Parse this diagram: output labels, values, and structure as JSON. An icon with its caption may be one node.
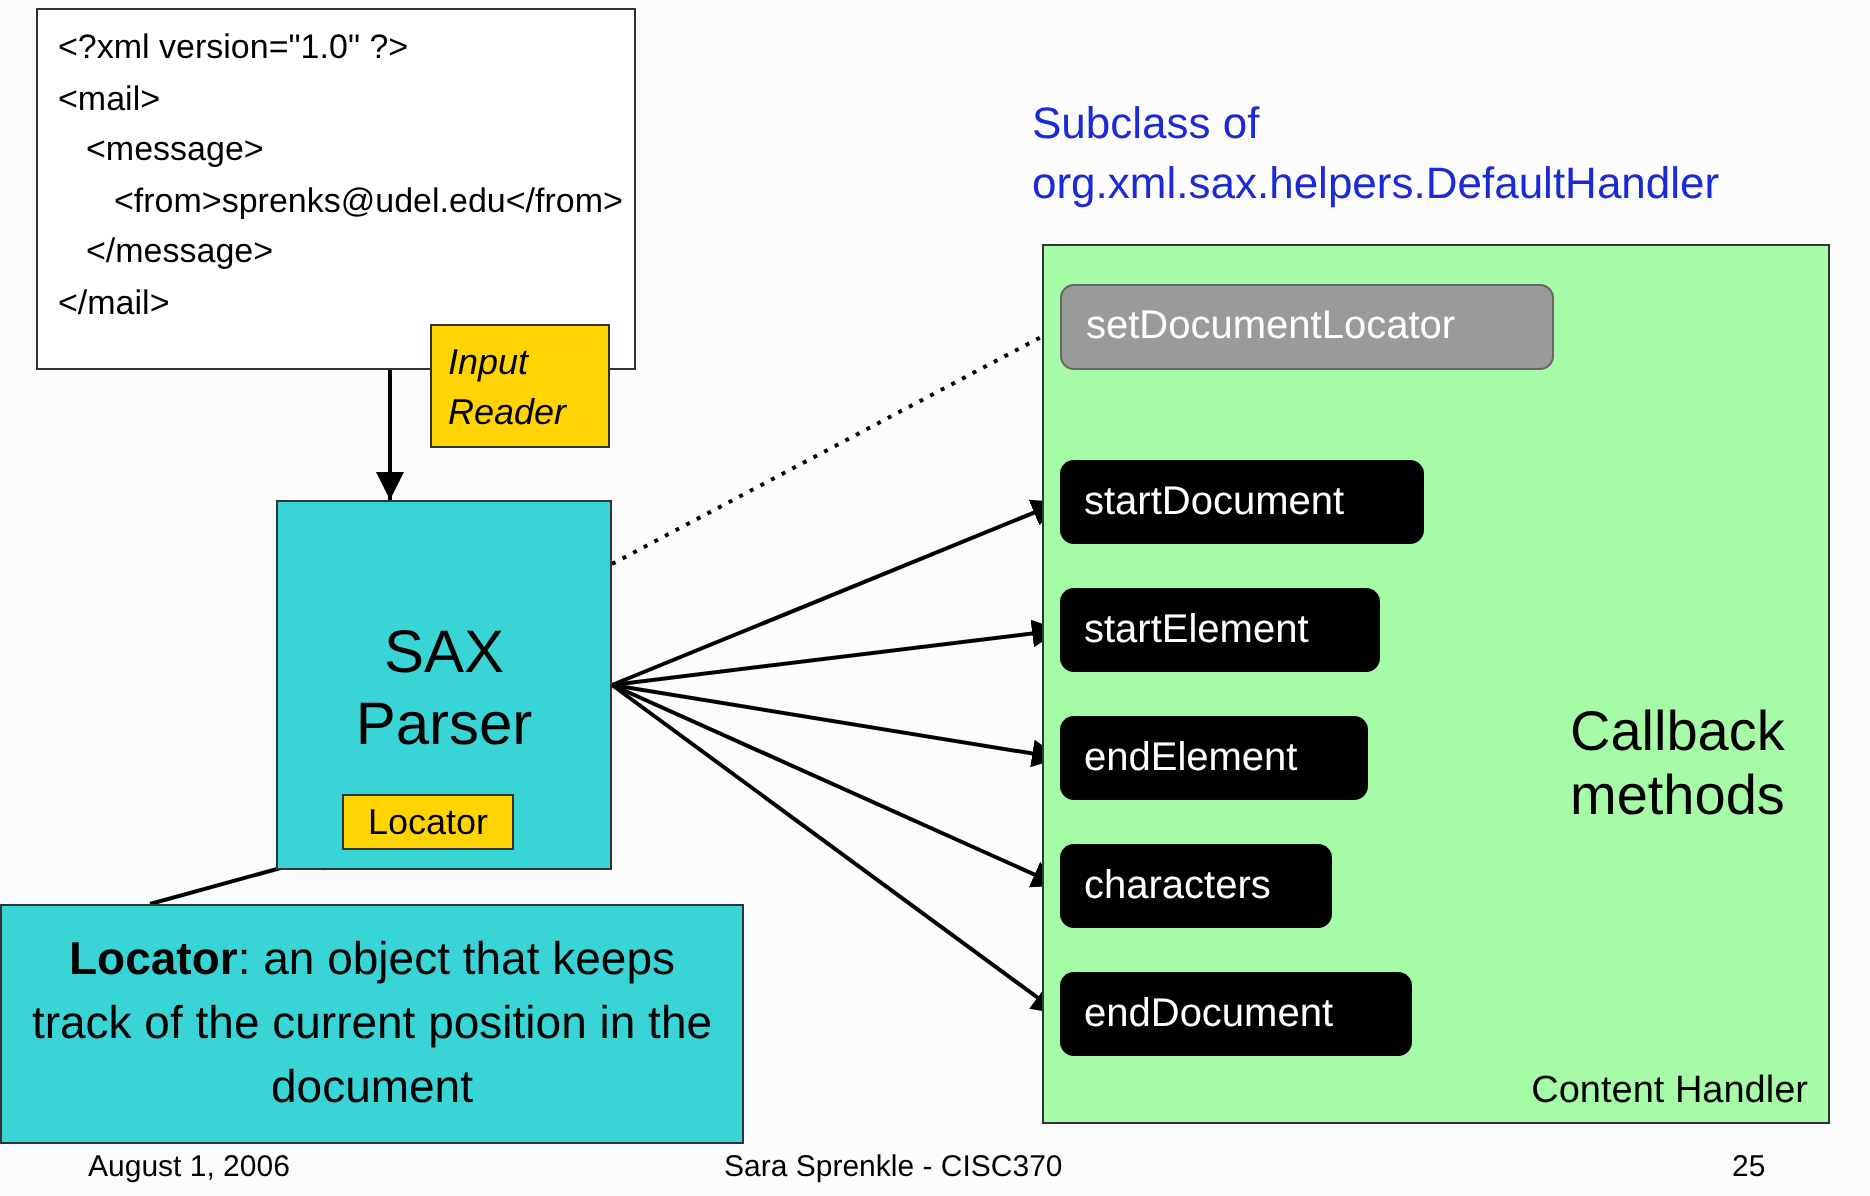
{
  "diagram": {
    "nodes": [
      {
        "text": [
          "<?xml version=\"1.0\" ?>",
          "<mail>",
          "<message>",
          "<from>sprenks@udel.edu</from>",
          "</message>",
          "</mail>"
        ]
      },
      {
        "text": [
          "Input Reader"
        ]
      },
      {
        "text": [
          "SAX Parser"
        ]
      },
      {
        "text": [
          "Locator"
        ],
        "in": 2
      },
      {
        "text": [
          "**Locator**: an object that keeps track of the current position in the document"
        ]
      },
      {
        "text": [
          "Subclass of org.xml.sax.helpers.DefaultHandler",
          "Content Handler"
        ]
      },
      {
        "text": [
          "setDocumentLocator"
        ],
        "in": 5
      },
      {
        "text": [
          "startDocument"
        ],
        "in": 5
      },
      {
        "text": [
          "startElement"
        ],
        "in": 5
      },
      {
        "text": [
          "endElement"
        ],
        "in": 5
      },
      {
        "text": [
          "characters"
        ],
        "in": 5
      },
      {
        "text": [
          "endDocument"
        ],
        "in": 5
      }
    ],
    "edges": [
      {
        "from": 0,
        "to": 2,
        "arrow": "to"
      },
      {
        "from": 2,
        "to": 6,
        "arrow": "to",
        "style": "dashed"
      },
      {
        "from": 2,
        "to": 7,
        "arrow": "to"
      },
      {
        "from": 2,
        "to": 8,
        "arrow": "to"
      },
      {
        "from": 2,
        "to": 9,
        "arrow": "to"
      },
      {
        "from": 2,
        "to": 10,
        "arrow": "to"
      },
      {
        "from": 2,
        "to": 11,
        "arrow": "to"
      },
      {
        "from": 4,
        "to": 3,
        "arrow": "to"
      }
    ],
    "labels": [
      "Callback methods",
      "August 1, 2006",
      "Sara Sprenkle - CISC370",
      "25"
    ]
  }
}
